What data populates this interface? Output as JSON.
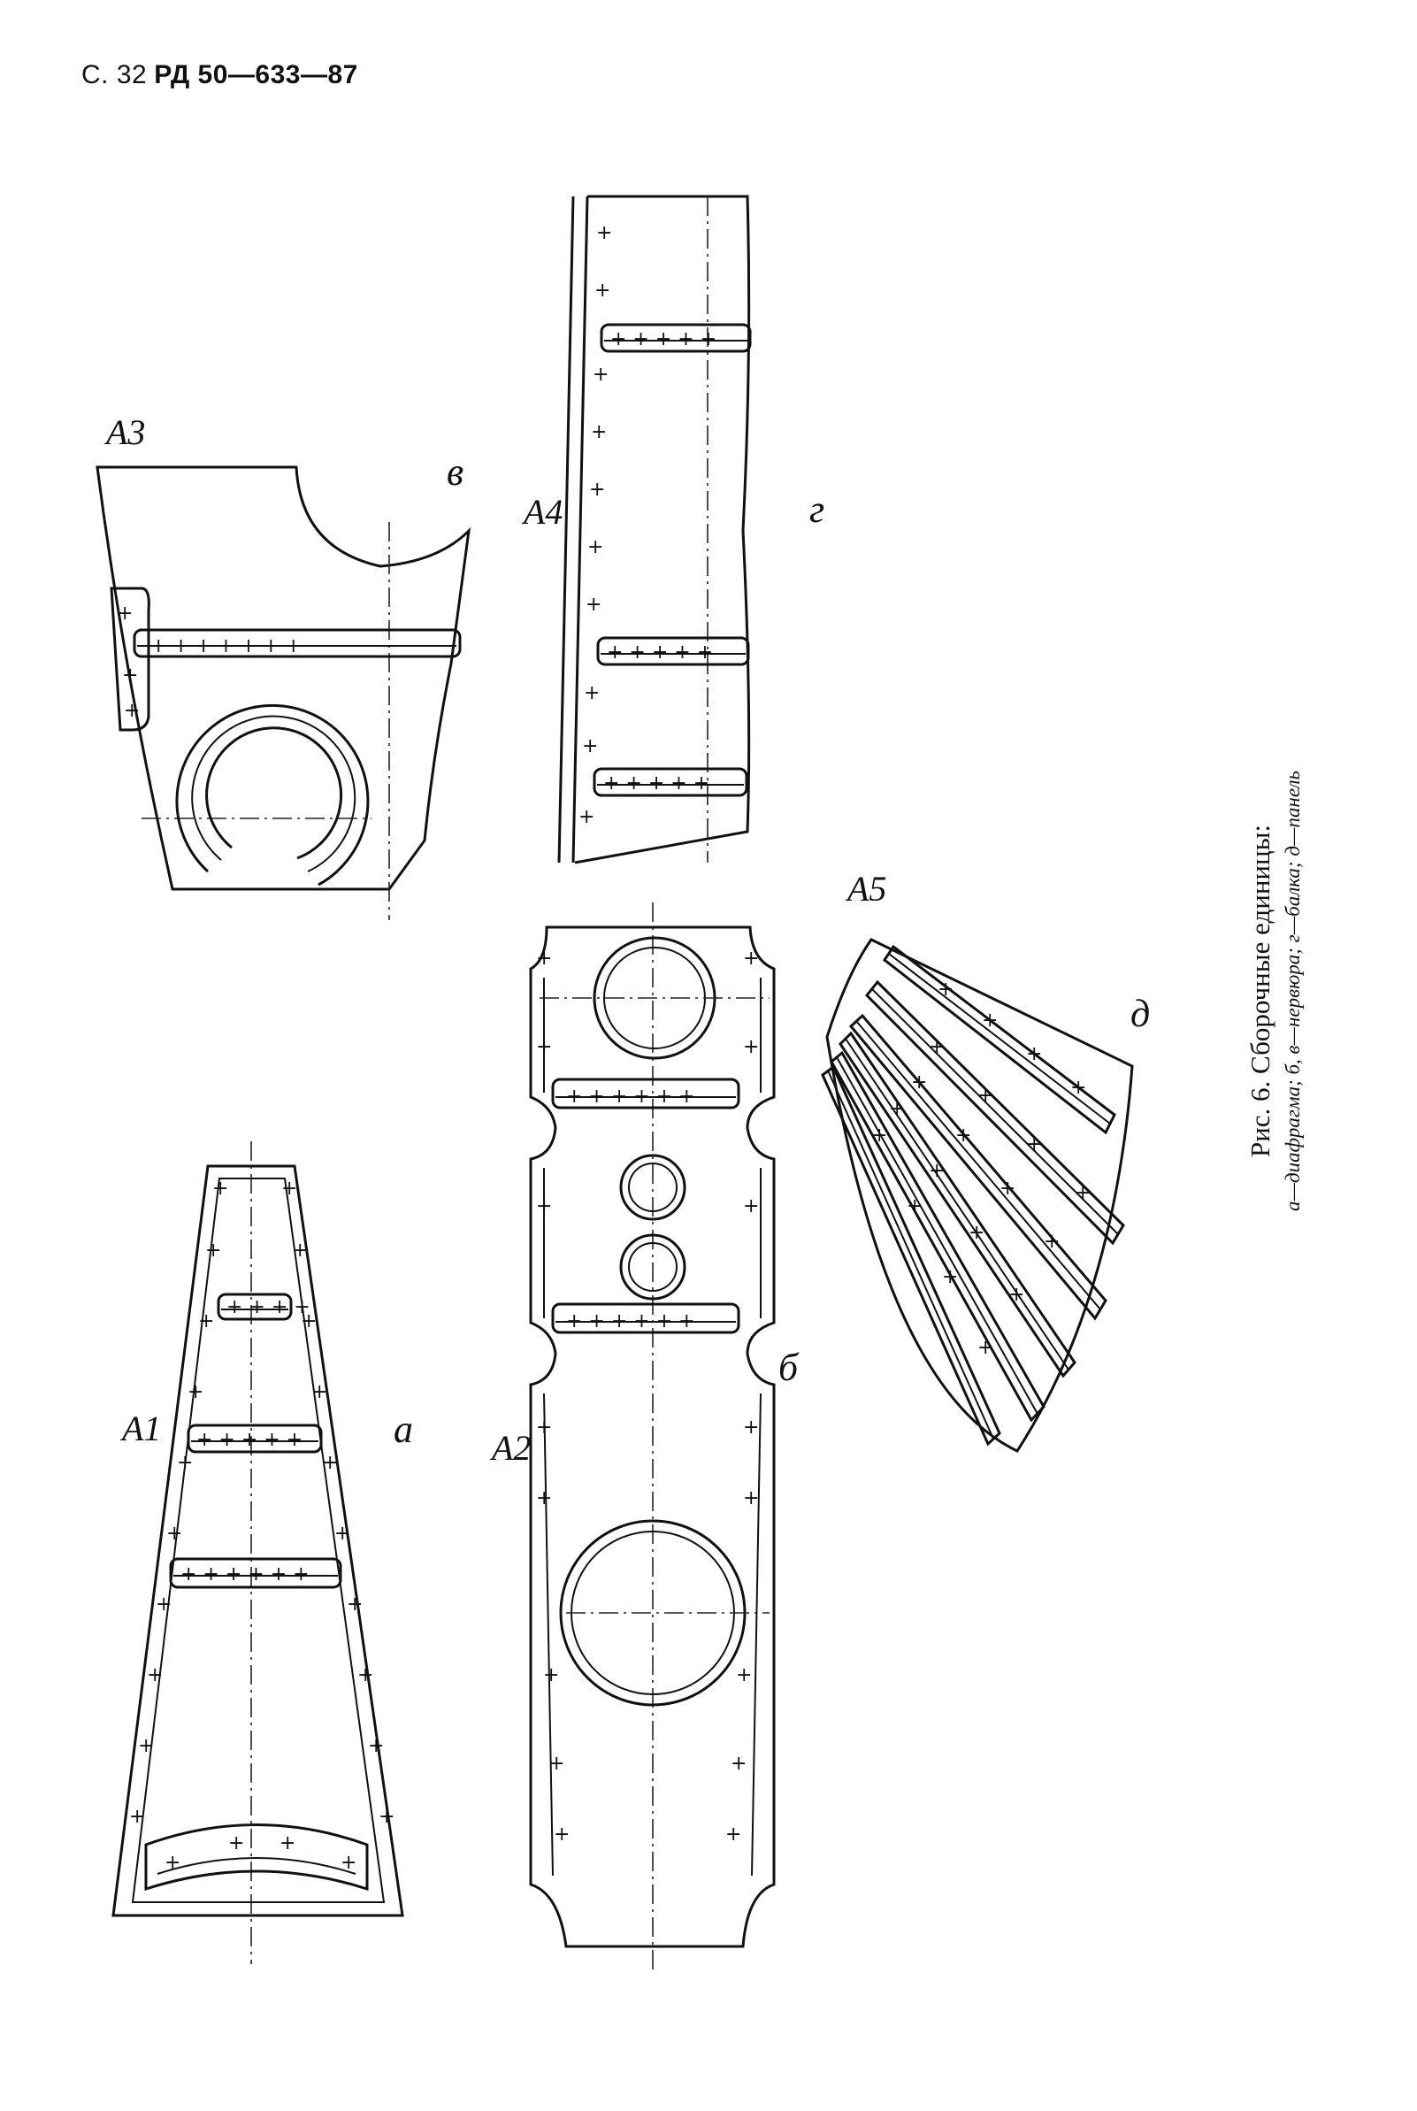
{
  "header": {
    "page_ref": "С. 32",
    "doc_code": "РД 50—633—87"
  },
  "figure": {
    "caption_title": "Рис. 6. Сборочные единицы:",
    "caption_legend": "а—диафрагма; б, в—нервюра; г—балка; д—панель",
    "part_labels": {
      "a1": "A1",
      "a2": "A2",
      "a3": "A3",
      "a4": "A4",
      "a5": "A5"
    },
    "view_letters": {
      "a": "а",
      "b": "б",
      "v": "в",
      "g": "г",
      "d": "д"
    }
  }
}
